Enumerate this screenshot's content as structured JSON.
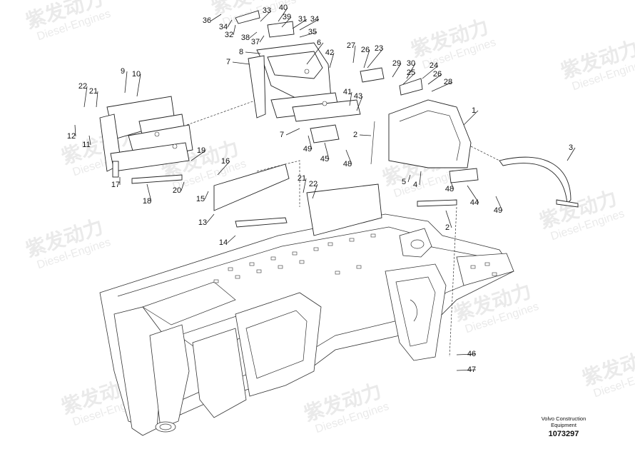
{
  "watermark": {
    "brand_cn": "紫发动力",
    "brand_en": "Diesel-Engines"
  },
  "footer": {
    "line1": "Volvo Construction",
    "line2": "Equipment",
    "doc_number": "1073297"
  },
  "callouts": [
    "1",
    "2",
    "2",
    "3",
    "4",
    "5",
    "6",
    "7",
    "7",
    "8",
    "9",
    "10",
    "11",
    "12",
    "13",
    "14",
    "15",
    "16",
    "17",
    "18",
    "19",
    "20",
    "21",
    "21",
    "22",
    "22",
    "23",
    "24",
    "25",
    "26",
    "26",
    "27",
    "28",
    "29",
    "30",
    "31",
    "32",
    "33",
    "34",
    "34",
    "35",
    "36",
    "37",
    "38",
    "39",
    "40",
    "41",
    "42",
    "43",
    "44",
    "45",
    "46",
    "47",
    "48",
    "48",
    "49",
    "49"
  ]
}
